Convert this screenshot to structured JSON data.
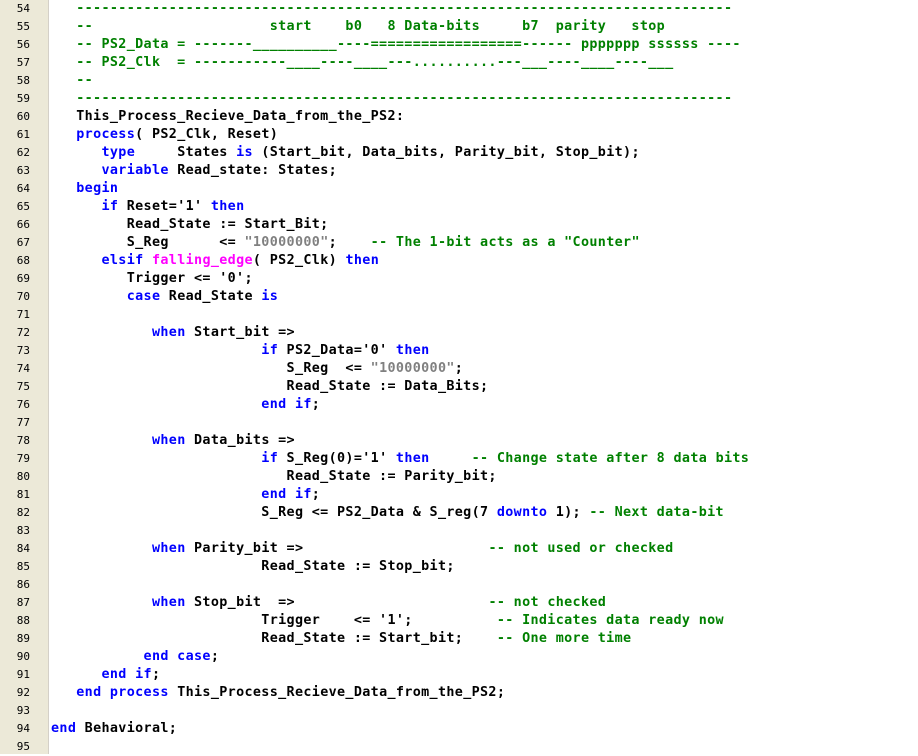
{
  "lines": [
    {
      "n": "54",
      "tokens": [
        {
          "t": "   ------------------------------------------------------------------------------",
          "c": "c"
        }
      ]
    },
    {
      "n": "55",
      "tokens": [
        {
          "t": "   --                     start    b0   8 Data-bits     b7  parity   stop",
          "c": "c"
        }
      ]
    },
    {
      "n": "56",
      "tokens": [
        {
          "t": "   -- PS2_Data = -------__________----==================------ ppppppp ssssss ----",
          "c": "c"
        }
      ]
    },
    {
      "n": "57",
      "tokens": [
        {
          "t": "   -- PS2_Clk  = -----------____----____---..........---___----____----___",
          "c": "c"
        }
      ]
    },
    {
      "n": "58",
      "tokens": [
        {
          "t": "   --",
          "c": "c"
        }
      ]
    },
    {
      "n": "59",
      "tokens": [
        {
          "t": "   ------------------------------------------------------------------------------",
          "c": "c"
        }
      ]
    },
    {
      "n": "60",
      "tokens": [
        {
          "t": "   This_Process_Recieve_Data_from_the_PS2:",
          "c": "p"
        }
      ]
    },
    {
      "n": "61",
      "tokens": [
        {
          "t": "   ",
          "c": "p"
        },
        {
          "t": "process",
          "c": "k"
        },
        {
          "t": "( PS2_Clk, Reset)",
          "c": "p"
        }
      ]
    },
    {
      "n": "62",
      "tokens": [
        {
          "t": "      ",
          "c": "p"
        },
        {
          "t": "type",
          "c": "k"
        },
        {
          "t": "     States ",
          "c": "p"
        },
        {
          "t": "is",
          "c": "k"
        },
        {
          "t": " (Start_bit, Data_bits, Parity_bit, Stop_bit);",
          "c": "p"
        }
      ]
    },
    {
      "n": "63",
      "tokens": [
        {
          "t": "      ",
          "c": "p"
        },
        {
          "t": "variable",
          "c": "k"
        },
        {
          "t": " Read_state: States;",
          "c": "p"
        }
      ]
    },
    {
      "n": "64",
      "tokens": [
        {
          "t": "   ",
          "c": "p"
        },
        {
          "t": "begin",
          "c": "k"
        }
      ]
    },
    {
      "n": "65",
      "tokens": [
        {
          "t": "      ",
          "c": "p"
        },
        {
          "t": "if",
          "c": "k"
        },
        {
          "t": " Reset='1' ",
          "c": "p"
        },
        {
          "t": "then",
          "c": "k"
        }
      ]
    },
    {
      "n": "66",
      "tokens": [
        {
          "t": "         Read_State := Start_Bit;",
          "c": "p"
        }
      ]
    },
    {
      "n": "67",
      "tokens": [
        {
          "t": "         S_Reg      <= ",
          "c": "p"
        },
        {
          "t": "\"10000000\"",
          "c": "s"
        },
        {
          "t": ";    ",
          "c": "p"
        },
        {
          "t": "-- The 1-bit acts as a \"Counter\"",
          "c": "c"
        }
      ]
    },
    {
      "n": "68",
      "tokens": [
        {
          "t": "      ",
          "c": "p"
        },
        {
          "t": "elsif",
          "c": "k"
        },
        {
          "t": " ",
          "c": "p"
        },
        {
          "t": "falling_edge",
          "c": "f"
        },
        {
          "t": "( PS2_Clk) ",
          "c": "p"
        },
        {
          "t": "then",
          "c": "k"
        }
      ]
    },
    {
      "n": "69",
      "tokens": [
        {
          "t": "         Trigger <= '0';",
          "c": "p"
        }
      ]
    },
    {
      "n": "70",
      "tokens": [
        {
          "t": "         ",
          "c": "p"
        },
        {
          "t": "case",
          "c": "k"
        },
        {
          "t": " Read_State ",
          "c": "p"
        },
        {
          "t": "is",
          "c": "k"
        }
      ]
    },
    {
      "n": "71",
      "tokens": []
    },
    {
      "n": "72",
      "tokens": [
        {
          "t": "            ",
          "c": "p"
        },
        {
          "t": "when",
          "c": "k"
        },
        {
          "t": " Start_bit =>",
          "c": "p"
        }
      ]
    },
    {
      "n": "73",
      "tokens": [
        {
          "t": "                         ",
          "c": "p"
        },
        {
          "t": "if",
          "c": "k"
        },
        {
          "t": " PS2_Data='0' ",
          "c": "p"
        },
        {
          "t": "then",
          "c": "k"
        }
      ]
    },
    {
      "n": "74",
      "tokens": [
        {
          "t": "                            S_Reg  <= ",
          "c": "p"
        },
        {
          "t": "\"10000000\"",
          "c": "s"
        },
        {
          "t": ";",
          "c": "p"
        }
      ]
    },
    {
      "n": "75",
      "tokens": [
        {
          "t": "                            Read_State := Data_Bits;",
          "c": "p"
        }
      ]
    },
    {
      "n": "76",
      "tokens": [
        {
          "t": "                         ",
          "c": "p"
        },
        {
          "t": "end if",
          "c": "k"
        },
        {
          "t": ";",
          "c": "p"
        }
      ]
    },
    {
      "n": "77",
      "tokens": []
    },
    {
      "n": "78",
      "tokens": [
        {
          "t": "            ",
          "c": "p"
        },
        {
          "t": "when",
          "c": "k"
        },
        {
          "t": " Data_bits =>",
          "c": "p"
        }
      ]
    },
    {
      "n": "79",
      "tokens": [
        {
          "t": "                         ",
          "c": "p"
        },
        {
          "t": "if",
          "c": "k"
        },
        {
          "t": " S_Reg(0)='1' ",
          "c": "p"
        },
        {
          "t": "then",
          "c": "k"
        },
        {
          "t": "     ",
          "c": "p"
        },
        {
          "t": "-- Change state after 8 data bits",
          "c": "c"
        }
      ]
    },
    {
      "n": "80",
      "tokens": [
        {
          "t": "                            Read_State := Parity_bit;",
          "c": "p"
        }
      ]
    },
    {
      "n": "81",
      "tokens": [
        {
          "t": "                         ",
          "c": "p"
        },
        {
          "t": "end if",
          "c": "k"
        },
        {
          "t": ";",
          "c": "p"
        }
      ]
    },
    {
      "n": "82",
      "tokens": [
        {
          "t": "                         S_Reg <= PS2_Data & S_reg(7 ",
          "c": "p"
        },
        {
          "t": "downto",
          "c": "k"
        },
        {
          "t": " 1); ",
          "c": "p"
        },
        {
          "t": "-- Next data-bit",
          "c": "c"
        }
      ]
    },
    {
      "n": "83",
      "tokens": []
    },
    {
      "n": "84",
      "tokens": [
        {
          "t": "            ",
          "c": "p"
        },
        {
          "t": "when",
          "c": "k"
        },
        {
          "t": " Parity_bit =>                      ",
          "c": "p"
        },
        {
          "t": "-- not used or checked",
          "c": "c"
        }
      ]
    },
    {
      "n": "85",
      "tokens": [
        {
          "t": "                         Read_State := Stop_bit;",
          "c": "p"
        }
      ]
    },
    {
      "n": "86",
      "tokens": []
    },
    {
      "n": "87",
      "tokens": [
        {
          "t": "            ",
          "c": "p"
        },
        {
          "t": "when",
          "c": "k"
        },
        {
          "t": " Stop_bit  =>                       ",
          "c": "p"
        },
        {
          "t": "-- not checked",
          "c": "c"
        }
      ]
    },
    {
      "n": "88",
      "tokens": [
        {
          "t": "                         Trigger    <= '1';          ",
          "c": "p"
        },
        {
          "t": "-- Indicates data ready now",
          "c": "c"
        }
      ]
    },
    {
      "n": "89",
      "tokens": [
        {
          "t": "                         Read_State := Start_bit;    ",
          "c": "p"
        },
        {
          "t": "-- One more time",
          "c": "c"
        }
      ]
    },
    {
      "n": "90",
      "tokens": [
        {
          "t": "           ",
          "c": "p"
        },
        {
          "t": "end case",
          "c": "k"
        },
        {
          "t": ";",
          "c": "p"
        }
      ]
    },
    {
      "n": "91",
      "tokens": [
        {
          "t": "      ",
          "c": "p"
        },
        {
          "t": "end if",
          "c": "k"
        },
        {
          "t": ";",
          "c": "p"
        }
      ]
    },
    {
      "n": "92",
      "tokens": [
        {
          "t": "   ",
          "c": "p"
        },
        {
          "t": "end process",
          "c": "k"
        },
        {
          "t": " This_Process_Recieve_Data_from_the_PS2;",
          "c": "p"
        }
      ]
    },
    {
      "n": "93",
      "tokens": []
    },
    {
      "n": "94",
      "tokens": [
        {
          "t": "end",
          "c": "k"
        },
        {
          "t": " Behavioral;",
          "c": "p"
        }
      ]
    },
    {
      "n": "95",
      "tokens": []
    }
  ]
}
